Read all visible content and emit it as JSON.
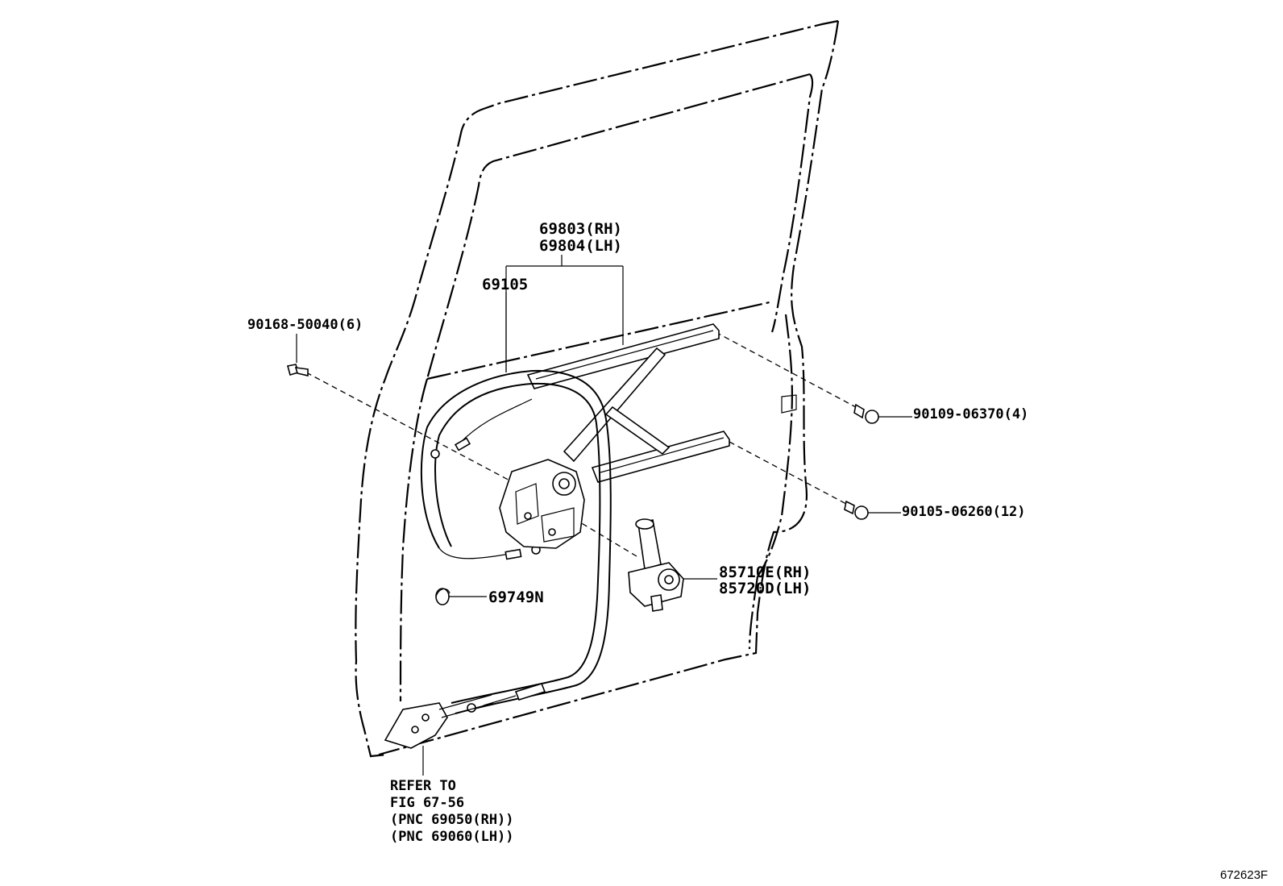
{
  "labels": {
    "regulator_rh": "69803(RH)",
    "regulator_lh": "69804(LH)",
    "cable": "69105",
    "bolt_left": "90168-50040(6)",
    "bolt_upper_right": "90109-06370(4)",
    "bolt_lower_right": "90105-06260(12)",
    "motor_rh": "85710E(RH)",
    "motor_lh": "85720D(LH)",
    "clip": "69749N",
    "refer_line1": "REFER TO",
    "refer_line2": "FIG 67-56",
    "refer_line3": "(PNC 69050(RH))",
    "refer_line4": "(PNC 69060(LH))",
    "figure_id": "672623F"
  }
}
